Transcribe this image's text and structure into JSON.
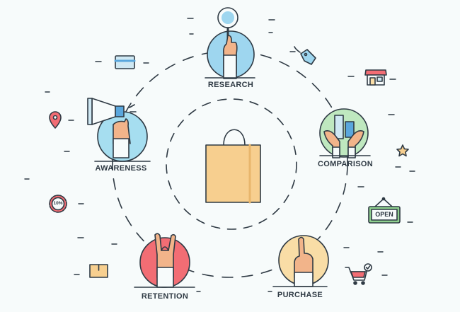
{
  "stages": {
    "research": "RESEARCH",
    "comparison": "COMPARISON",
    "purchase": "PURCHASE",
    "retention": "RETENTION",
    "awareness": "AWARENESS"
  },
  "decorations": {
    "open_sign": "OPEN",
    "discount_badge": "10%"
  },
  "colors": {
    "research_circle": "#9ed6ef",
    "comparison_circle": "#bfe8bf",
    "purchase_circle": "#f9dda6",
    "retention_circle": "#f26d74",
    "awareness_circle": "#a6def0",
    "bag": "#f7cf8f",
    "outline": "#2f3a44"
  },
  "icons": [
    "magnifier-icon",
    "bar-chart-icon",
    "pointing-hand-icon",
    "horns-hand-icon",
    "megaphone-icon",
    "shopping-bag-icon",
    "credit-card-icon",
    "price-tag-icon",
    "store-icon",
    "location-pin-icon",
    "star-icon",
    "discount-badge-icon",
    "open-sign-icon",
    "box-icon",
    "cart-icon"
  ]
}
